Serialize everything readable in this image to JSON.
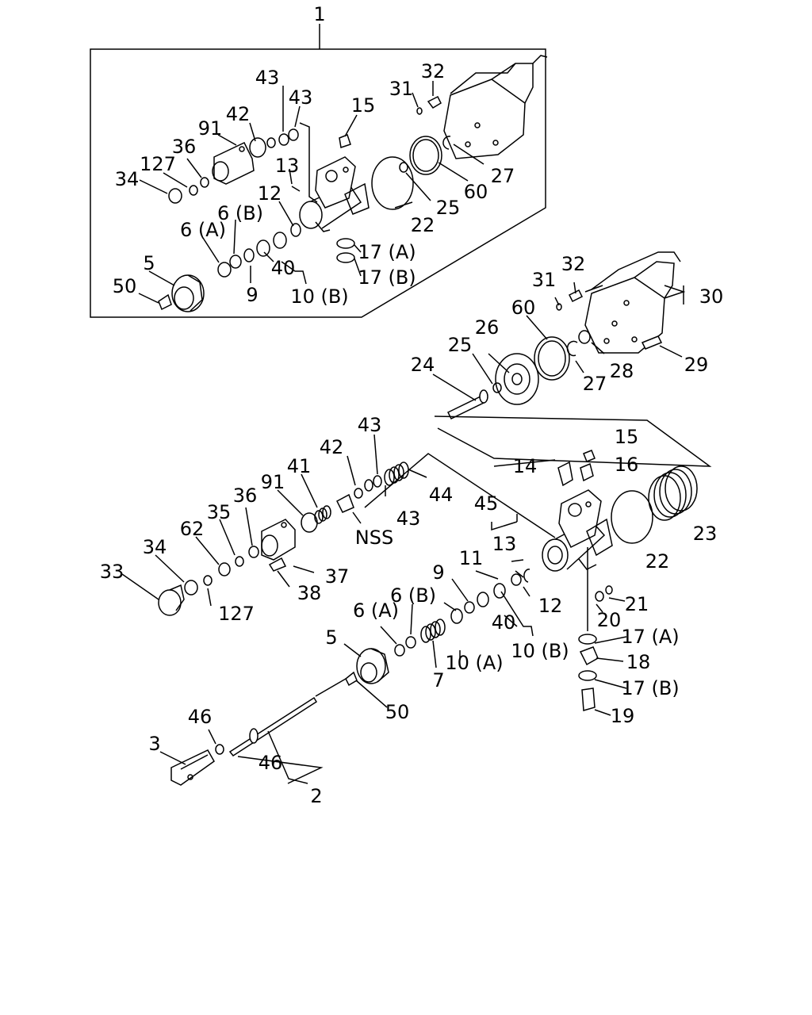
{
  "labels": {
    "kit_1": "1",
    "kit_43a": "43",
    "kit_43b": "43",
    "kit_31": "31",
    "kit_32": "32",
    "kit_15": "15",
    "kit_42": "42",
    "kit_91": "91",
    "kit_36": "36",
    "kit_127": "127",
    "kit_34": "34",
    "kit_13": "13",
    "kit_12": "12",
    "kit_6b": "6 (B)",
    "kit_6a": "6 (A)",
    "kit_22": "22",
    "kit_25": "25",
    "kit_60": "60",
    "kit_27": "27",
    "kit_17a": "17 (A)",
    "kit_17b": "17 (B)",
    "kit_40": "40",
    "kit_10b": "10 (B)",
    "kit_9": "9",
    "kit_5": "5",
    "kit_50": "50",
    "m_32": "32",
    "m_31": "31",
    "m_30": "30",
    "m_60": "60",
    "m_26": "26",
    "m_25": "25",
    "m_24": "24",
    "m_28": "28",
    "m_27": "27",
    "m_29": "29",
    "m_43a": "43",
    "m_42": "42",
    "m_41": "41",
    "m_91": "91",
    "m_36": "36",
    "m_35": "35",
    "m_62": "62",
    "m_34": "34",
    "m_33": "33",
    "m_127": "127",
    "m_37": "37",
    "m_38": "38",
    "m_nss": "NSS",
    "m_43b": "43",
    "m_44": "44",
    "m_15": "15",
    "m_16": "16",
    "m_14": "14",
    "m_45": "45",
    "m_13": "13",
    "m_11": "11",
    "m_22": "22",
    "m_23": "23",
    "m_12": "12",
    "m_21": "21",
    "m_20": "20",
    "m_9": "9",
    "m_6b": "6 (B)",
    "m_6a": "6 (A)",
    "m_40": "40",
    "m_10b": "10 (B)",
    "m_10a": "10 (A)",
    "m_7": "7",
    "m_5": "5",
    "m_17a": "17 (A)",
    "m_18": "18",
    "m_17b": "17 (B)",
    "m_19": "19",
    "m_50": "50",
    "m_46a": "46",
    "m_3": "3",
    "m_46b": "46",
    "m_2": "2"
  }
}
